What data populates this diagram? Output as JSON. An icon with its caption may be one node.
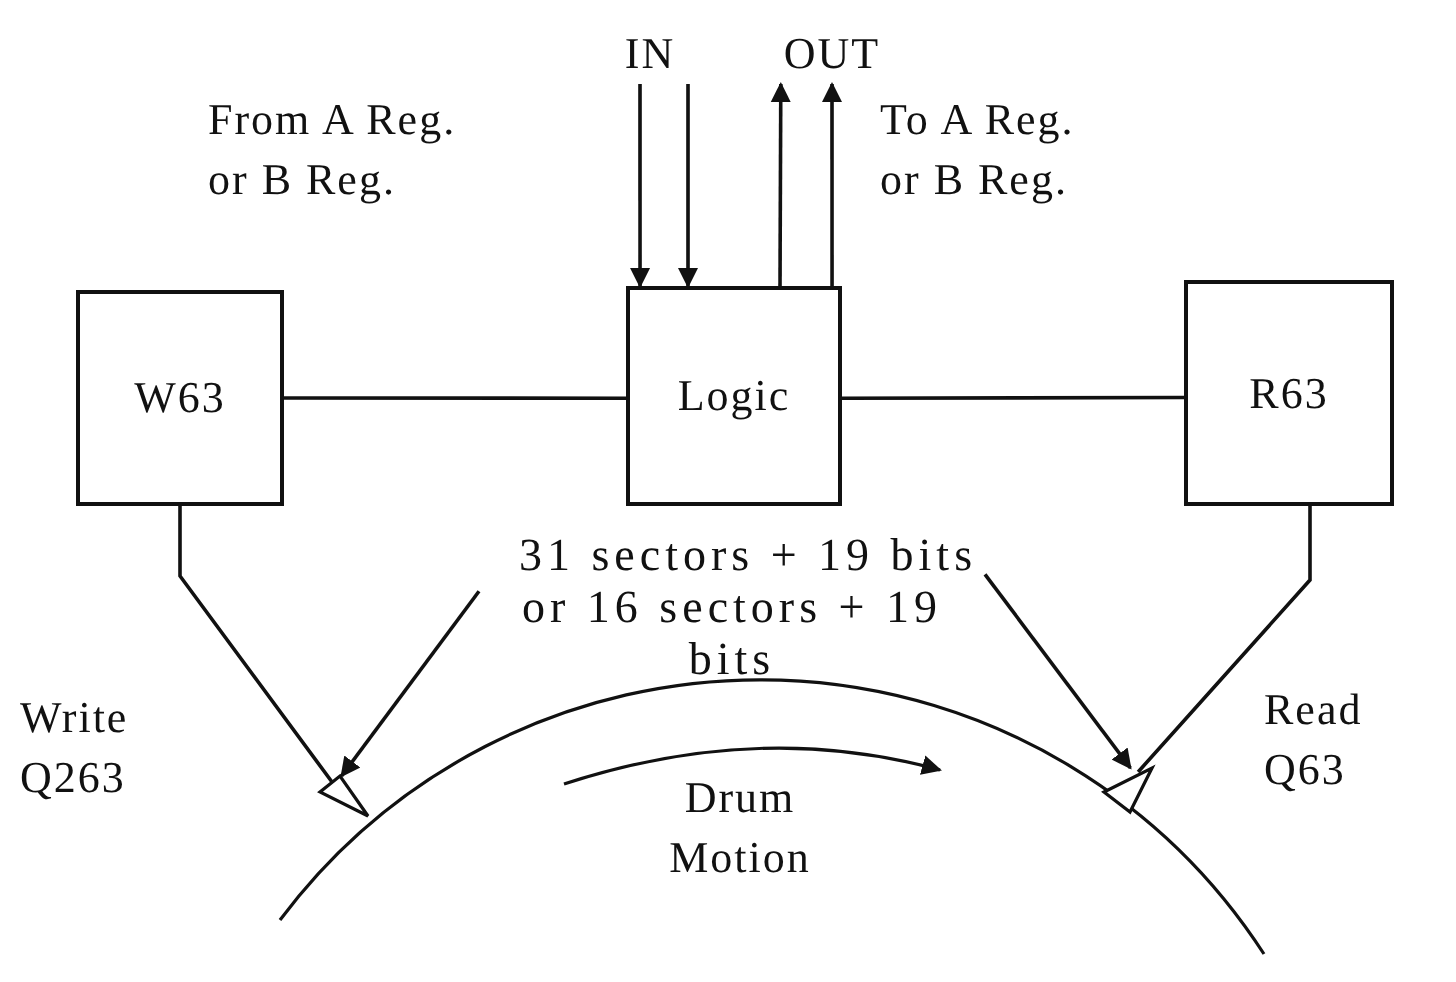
{
  "diagram": {
    "nodes": [
      {
        "text": [
          "IN"
        ]
      },
      {
        "text": [
          "OUT"
        ]
      },
      {
        "text": [
          "W63"
        ]
      },
      {
        "text": [
          "Logic"
        ]
      },
      {
        "text": [
          "R63"
        ]
      },
      {
        "text": [
          "31 sectors + 19 bits or 16 sectors + 19 bits"
        ]
      },
      {
        "text": [],
        "shape": "triangle"
      },
      {
        "text": [],
        "shape": "triangle"
      }
    ],
    "edges": [
      {
        "from": 2,
        "to": 3,
        "arrow": "none"
      },
      {
        "from": 3,
        "to": 4,
        "arrow": "none"
      },
      {
        "from": 0,
        "to": 3,
        "arrow": "to"
      },
      {
        "from": 0,
        "to": 3,
        "arrow": "to"
      },
      {
        "from": 3,
        "to": 1,
        "arrow": "to"
      },
      {
        "from": 3,
        "to": 1,
        "arrow": "to"
      },
      {
        "from": 2,
        "to": 6,
        "arrow": "none"
      },
      {
        "from": 4,
        "to": 7,
        "arrow": "none"
      },
      {
        "from": 5,
        "to": 6,
        "arrow": "to"
      },
      {
        "from": 5,
        "to": 7,
        "arrow": "to"
      }
    ],
    "labels": [
      "From A Reg. or B Reg.",
      "To A Reg. or B Reg.",
      "Write Q263",
      "Read Q63",
      "Drum Motion"
    ]
  }
}
